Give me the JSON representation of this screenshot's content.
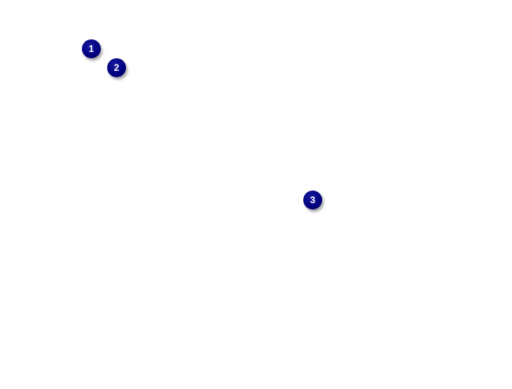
{
  "markers": [
    {
      "label": "1"
    },
    {
      "label": "2"
    },
    {
      "label": "3"
    }
  ],
  "colors": {
    "marker": "#000080",
    "marker_text": "#ffffff"
  }
}
